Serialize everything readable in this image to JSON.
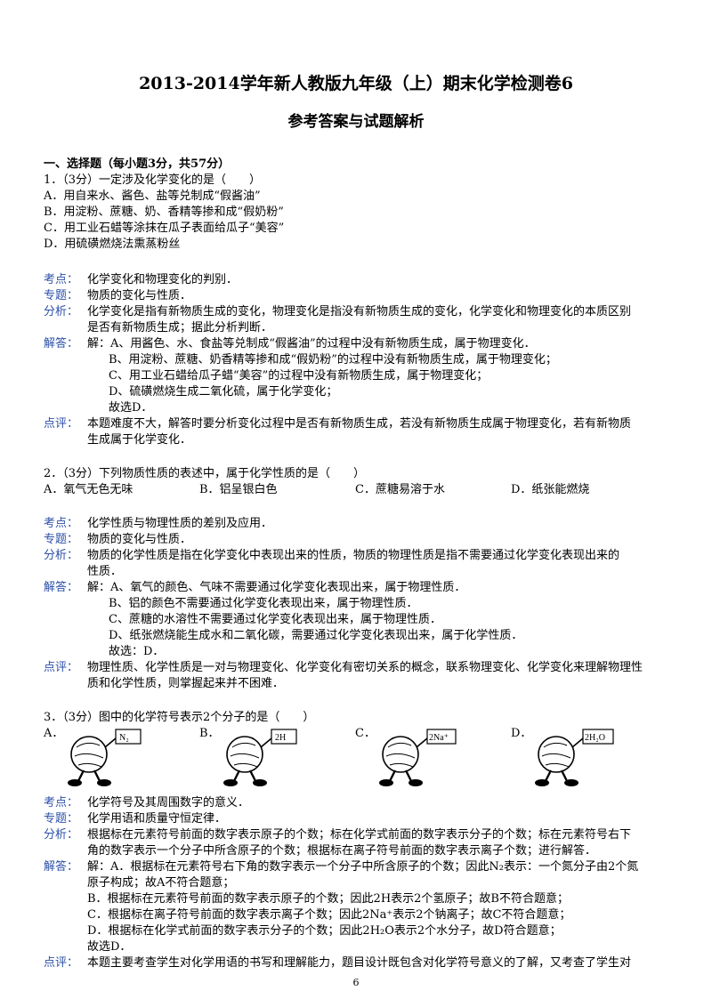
{
  "header": {
    "title": "2013-2014学年新人教版九年级（上）期末化学检测卷6",
    "subtitle": "参考答案与试题解析"
  },
  "section": "一、选择题（每小题3分，共57分）",
  "labels": {
    "kaodian": "考点：",
    "zhuanti": "专题：",
    "fenxi": "分析：",
    "jieda": "解答：",
    "dianping": "点评："
  },
  "q1": {
    "stem": "1．（3分）一定涉及化学变化的是（　　）",
    "options": [
      "A．用自来水、酱色、盐等兑制成“假酱油”",
      "B．用淀粉、蔗糖、奶、香精等掺和成“假奶粉”",
      "C．用工业石蜡等涂抹在瓜子表面给瓜子“美容”",
      "D．用硫磺燃烧法熏蒸粉丝"
    ],
    "kaodian": "化学变化和物理变化的判别．",
    "zhuanti": "物质的变化与性质．",
    "fenxi": [
      "化学变化是指有新物质生成的变化，物理变化是指没有新物质生成的变化，化学变化和物理变化的本质区别",
      "是否有新物质生成；据此分析判断．"
    ],
    "jieda": [
      "解：A、用酱色、水、食盐等兑制成“假酱油”的过程中没有新物质生成，属于物理变化．",
      "B、用淀粉、蔗糖、奶香精等掺和成“假奶粉”的过程中没有新物质生成，属于物理变化；",
      "C、用工业石蜡给瓜子蜡“美容”的过程中没有新物质生成，属于物理变化；",
      "D、硫磺燃烧生成二氧化硫，属于化学变化；",
      "故选D．"
    ],
    "dianping": [
      "本题难度不大，解答时要分析变化过程中是否有新物质生成，若没有新物质生成属于物理变化，若有新物质",
      "生成属于化学变化．"
    ]
  },
  "q2": {
    "stem": "2．（3分）下列物质性质的表述中，属于化学性质的是（　　）",
    "options": [
      "A．氧气无色无味",
      "B．铝呈银白色",
      "C．蔗糖易溶于水",
      "D．纸张能燃烧"
    ],
    "kaodian": "化学性质与物理性质的差别及应用．",
    "zhuanti": "物质的变化与性质．",
    "fenxi": [
      "物质的化学性质是指在化学变化中表现出来的性质，物质的物理性质是指不需要通过化学变化表现出来的",
      "性质．"
    ],
    "jieda": [
      "解：A、氧气的颜色、气味不需要通过化学变化表现出来，属于物理性质．",
      "B、铝的颜色不需要通过化学变化表现出来，属于物理性质．",
      "C、蔗糖的水溶性不需要通过化学变化表现出来，属于物理性质．",
      "D、纸张燃烧能生成水和二氧化碳，需要通过化学变化表现出来，属于化学性质．",
      "故选：D．"
    ],
    "dianping": [
      "物理性质、化学性质是一对与物理变化、化学变化有密切关系的概念，联系物理变化、化学变化来理解物理性",
      "质和化学性质，则掌握起来并不困难．"
    ]
  },
  "q3": {
    "stem": "3．（3分）图中的化学符号表示2个分子的是（　　）",
    "option_letters": [
      "A．",
      "B．",
      "C．",
      "D．"
    ],
    "signs": [
      "N₂",
      "2H",
      "2Na⁺",
      "2H₂O"
    ],
    "kaodian": "化学符号及其周围数字的意义．",
    "zhuanti": "化学用语和质量守恒定律．",
    "fenxi": [
      "根据标在元素符号前面的数字表示原子的个数；标在化学式前面的数字表示分子的个数；标在元素符号右下",
      "角的数字表示一个分子中所含原子的个数；根据标在离子符号前面的数字表示离子个数；进行解答．"
    ],
    "jieda": [
      "解：A．根据标在元素符号右下角的数字表示一个分子中所含原子的个数；因此N₂表示：一个氮分子由2个氮",
      "原子构成；故A不符合题意；",
      "B．根据标在元素符号前面的数字表示原子的个数；因此2H表示2个氢原子；故B不符合题意；",
      "C．根据标在离子符号前面的数字表示离子个数；因此2Na⁺表示2个钠离子；故C不符合题意；",
      "D．根据标在化学式前面的数字表示分子的个数；因此2H₂O表示2个水分子，故D符合题意；",
      "故选D．"
    ],
    "dianping": [
      "本题主要考查学生对化学用语的书写和理解能力，题目设计既包含对化学符号意义的了解，又考查了学生对"
    ]
  },
  "page_number": "6"
}
